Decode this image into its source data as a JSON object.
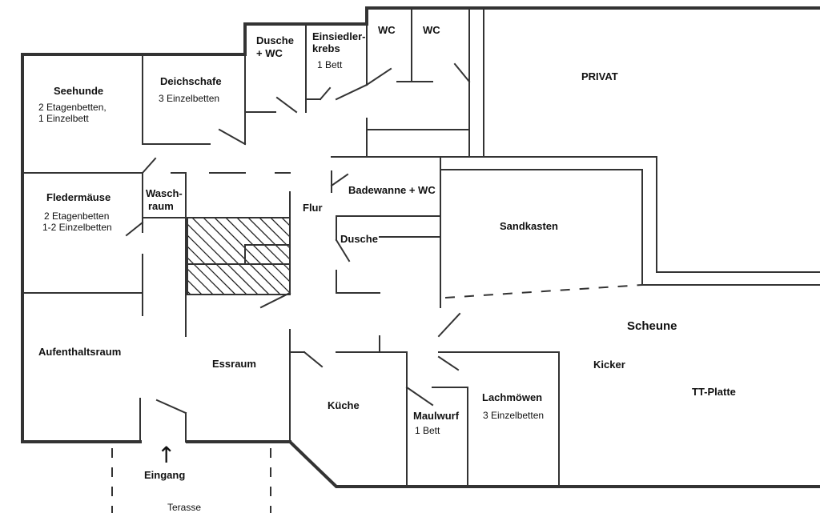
{
  "rooms": {
    "seehunde": {
      "name": "Seehunde",
      "beds1": "2 Etagenbetten,",
      "beds2": "1 Einzelbett"
    },
    "deichschafe": {
      "name": "Deichschafe",
      "beds": "3 Einzelbetten"
    },
    "dusche_wc": {
      "line1": "Dusche",
      "line2": "+ WC"
    },
    "einsiedlerkrebs": {
      "line1": "Einsiedler-",
      "line2": "krebs",
      "beds": "1 Bett"
    },
    "wc1": {
      "name": "WC"
    },
    "wc2": {
      "name": "WC"
    },
    "privat": {
      "name": "PRIVAT"
    },
    "fledermaeuse": {
      "name": "Fledermäuse",
      "beds1": "2 Etagenbetten",
      "beds2": "1-2 Einzelbetten"
    },
    "waschraum": {
      "line1": "Wasch-",
      "line2": "raum"
    },
    "flur": {
      "name": "Flur"
    },
    "badewanne_wc": {
      "name": "Badewanne + WC"
    },
    "dusche": {
      "name": "Dusche"
    },
    "sandkasten": {
      "name": "Sandkasten"
    },
    "scheune": {
      "name": "Scheune"
    },
    "aufenthaltsraum": {
      "name": "Aufenthaltsraum"
    },
    "essraum": {
      "name": "Essraum"
    },
    "kicker": {
      "name": "Kicker"
    },
    "tt_platte": {
      "name": "TT-Platte"
    },
    "kueche": {
      "name": "Küche"
    },
    "maulwurf": {
      "name": "Maulwurf",
      "beds": "1 Bett"
    },
    "lachmoewen": {
      "name": "Lachmöwen",
      "beds": "3 Einzelbetten"
    },
    "eingang": {
      "name": "Eingang",
      "arrow": "↑"
    },
    "terasse": {
      "name": "Terasse"
    }
  }
}
